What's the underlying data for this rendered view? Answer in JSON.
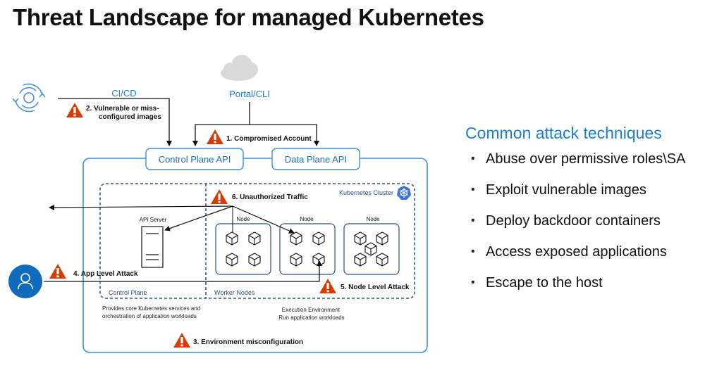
{
  "title": "Threat Landscape for managed Kubernetes",
  "colors": {
    "accent_blue": "#1a7fd4",
    "box_border_blue": "#3a8fdc",
    "dashed_navy": "#2f4f7f",
    "warning_red": "#d83b01",
    "cloud_gray": "#d9d9d9",
    "user_circle": "#0f6cbd"
  },
  "diagram": {
    "sources": {
      "cicd": {
        "label": "CI/CD",
        "icon": "cicd-cycle-icon"
      },
      "portal": {
        "label": "Portal/CLI",
        "icon": "cloud-icon"
      },
      "user": {
        "icon": "user-icon"
      }
    },
    "apis": {
      "control_plane_api": "Control Plane API",
      "data_plane_api": "Data Plane API"
    },
    "cluster": {
      "label": "Kubernetes Cluster",
      "icon": "kubernetes-icon",
      "control_plane": {
        "label": "Control Plane",
        "api_server_label": "API Server",
        "description": [
          "Provides core Kubernetes services and",
          "orchestration of application workloads"
        ]
      },
      "worker_nodes": {
        "label": "Worker Nodes",
        "nodes": [
          {
            "label": "Node",
            "containers": 4
          },
          {
            "label": "Node",
            "containers": 4
          },
          {
            "label": "Node",
            "containers": 5
          }
        ],
        "description": [
          "Execution Environment",
          "Run application workloads"
        ]
      }
    },
    "threats": [
      {
        "id": 1,
        "label": "1. Compromised Account"
      },
      {
        "id": 2,
        "label_lines": [
          "2. Vulnerable or miss-",
          "configured images"
        ]
      },
      {
        "id": 3,
        "label": "3. Environment misconfiguration"
      },
      {
        "id": 4,
        "label": "4. App Level Attack"
      },
      {
        "id": 5,
        "label": "5. Node Level Attack"
      },
      {
        "id": 6,
        "label": "6. Unauthorized Traffic"
      }
    ]
  },
  "attack_techniques": {
    "heading": "Common attack techniques",
    "items": [
      "Abuse over permissive roles\\SA",
      "Exploit vulnerable images",
      "Deploy backdoor containers",
      "Access exposed applications",
      "Escape to the host"
    ]
  }
}
